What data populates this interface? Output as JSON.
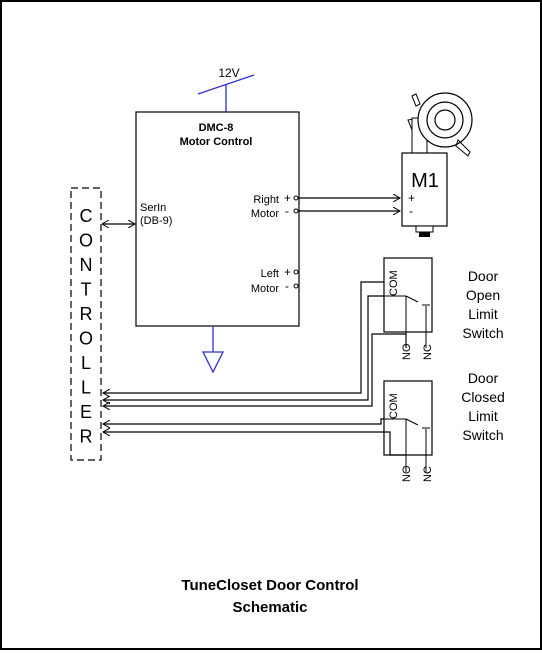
{
  "supply_label": "12V",
  "motor_control": {
    "title_line1": "DMC-8",
    "title_line2": "Motor Control",
    "serial_line1": "SerIn",
    "serial_line2": "(DB-9)",
    "right_motor_line1": "Right",
    "right_motor_line2": "Motor",
    "left_motor_line1": "Left",
    "left_motor_line2": "Motor",
    "plus": "+",
    "minus": "-"
  },
  "motor": {
    "label": "M1",
    "plus": "+",
    "minus": "-"
  },
  "controller_letters": [
    "C",
    "O",
    "N",
    "T",
    "R",
    "O",
    "L",
    "L",
    "E",
    "R"
  ],
  "open_switch": {
    "label_lines": [
      "Door",
      "Open",
      "Limit",
      "Switch"
    ],
    "com": "COM",
    "no": "NO",
    "nc": "NC"
  },
  "closed_switch": {
    "label_lines": [
      "Door",
      "Closed",
      "Limit",
      "Switch"
    ],
    "com": "COM",
    "no": "NO",
    "nc": "NC"
  },
  "caption_line1": "TuneCloset Door Control",
  "caption_line2": "Schematic"
}
